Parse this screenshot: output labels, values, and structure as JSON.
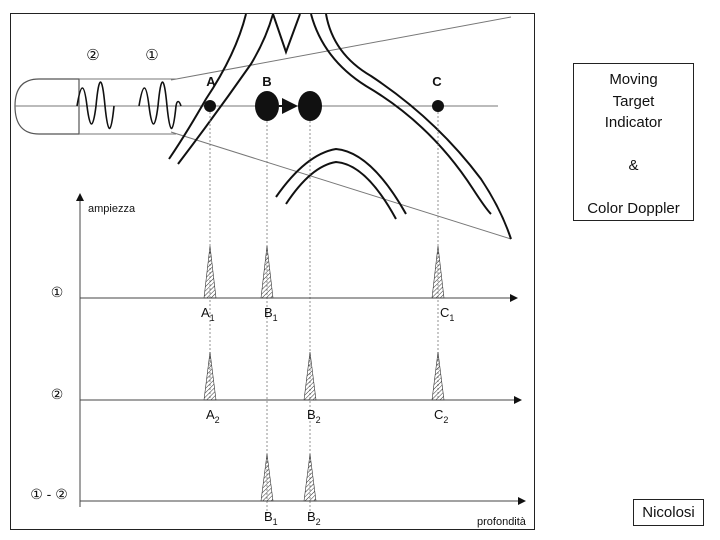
{
  "title_box": {
    "line1": "Moving",
    "line2": "Target",
    "line3": "Indicator",
    "amp": "&",
    "line4": "Color Doppler"
  },
  "author": "Nicolosi",
  "diagram": {
    "pulse_labels": [
      "②",
      "①"
    ],
    "targets": [
      "A",
      "B",
      "C"
    ],
    "y_axis_label": "ampiezza",
    "x_axis_label": "profondità",
    "rows": [
      {
        "label": "①",
        "peaks": [
          {
            "main": "A",
            "sub": "1"
          },
          {
            "main": "B",
            "sub": "1"
          },
          {
            "main": "C",
            "sub": "1"
          }
        ]
      },
      {
        "label": "②",
        "peaks": [
          {
            "main": "A",
            "sub": "2"
          },
          {
            "main": "B",
            "sub": "2"
          },
          {
            "main": "C",
            "sub": "2"
          }
        ]
      },
      {
        "label": "① - ②",
        "peaks": [
          {
            "main": "B",
            "sub": "1"
          },
          {
            "main": "B",
            "sub": "2"
          }
        ]
      }
    ]
  }
}
